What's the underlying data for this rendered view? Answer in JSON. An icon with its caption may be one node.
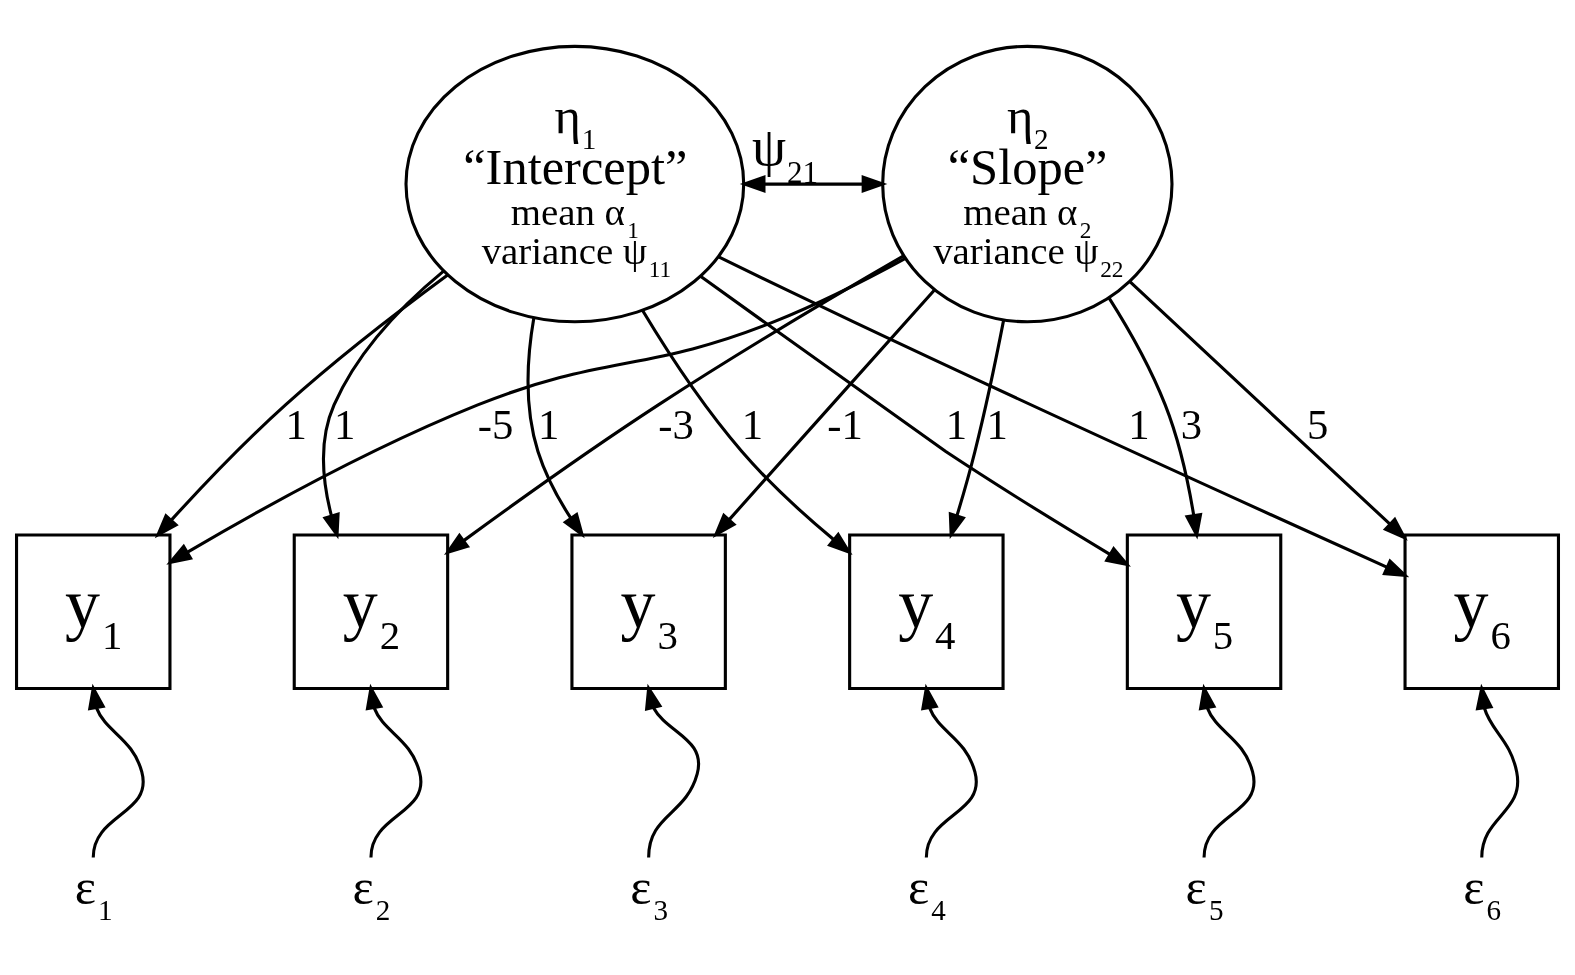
{
  "diagram": {
    "nodes": [
      {
        "text": [
          "η$_{1}$",
          "“Intercept”",
          "mean α$_{1}$",
          "variance ψ$_{11}$"
        ]
      },
      {
        "text": [
          "η$_{2}$",
          "“Slope”",
          "mean α$_{2}$",
          "variance ψ$_{22}$"
        ]
      },
      {
        "text": [
          "y$_{1}$"
        ]
      },
      {
        "text": [
          "y$_{2}$"
        ]
      },
      {
        "text": [
          "y$_{3}$"
        ]
      },
      {
        "text": [
          "y$_{4}$"
        ]
      },
      {
        "text": [
          "y$_{5}$"
        ]
      },
      {
        "text": [
          "y$_{6}$"
        ]
      },
      {
        "text": [
          "ε$_{1}$"
        ]
      },
      {
        "text": [
          "ε$_{2}$"
        ]
      },
      {
        "text": [
          "ε$_{3}$"
        ]
      },
      {
        "text": [
          "ε$_{4}$"
        ]
      },
      {
        "text": [
          "ε$_{5}$"
        ]
      },
      {
        "text": [
          "ε$_{6}$"
        ]
      }
    ],
    "edges": [
      {
        "from": 0,
        "to": 1,
        "arrow": "both",
        "label": "ψ$_{21}$"
      },
      {
        "from": 0,
        "to": 2,
        "arrow": "to",
        "label": "1"
      },
      {
        "from": 0,
        "to": 3,
        "arrow": "to",
        "label": "1"
      },
      {
        "from": 0,
        "to": 4,
        "arrow": "to",
        "label": "1"
      },
      {
        "from": 0,
        "to": 5,
        "arrow": "to",
        "label": "1"
      },
      {
        "from": 0,
        "to": 6,
        "arrow": "to",
        "label": "1"
      },
      {
        "from": 0,
        "to": 7,
        "arrow": "to",
        "label": "1"
      },
      {
        "from": 1,
        "to": 2,
        "arrow": "to",
        "label": "-5"
      },
      {
        "from": 1,
        "to": 3,
        "arrow": "to",
        "label": "-3"
      },
      {
        "from": 1,
        "to": 4,
        "arrow": "to",
        "label": "-1"
      },
      {
        "from": 1,
        "to": 5,
        "arrow": "to",
        "label": "1"
      },
      {
        "from": 1,
        "to": 6,
        "arrow": "to",
        "label": "3"
      },
      {
        "from": 1,
        "to": 7,
        "arrow": "to",
        "label": "5"
      },
      {
        "from": 8,
        "to": 2,
        "arrow": "to"
      },
      {
        "from": 9,
        "to": 3,
        "arrow": "to"
      },
      {
        "from": 10,
        "to": 4,
        "arrow": "to"
      },
      {
        "from": 11,
        "to": 5,
        "arrow": "to"
      },
      {
        "from": 12,
        "to": 6,
        "arrow": "to"
      },
      {
        "from": 13,
        "to": 7,
        "arrow": "to"
      }
    ]
  }
}
